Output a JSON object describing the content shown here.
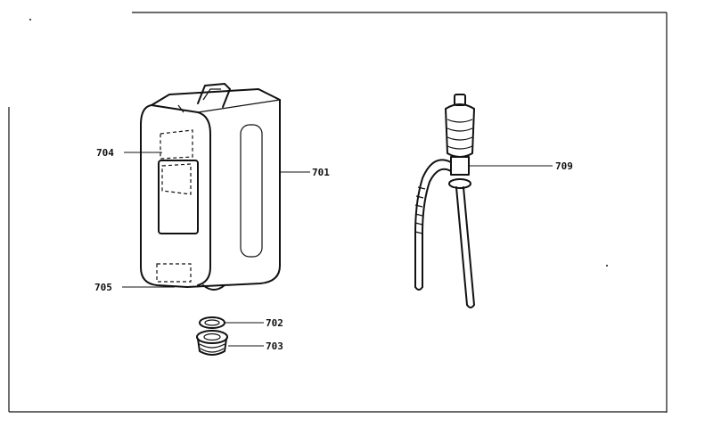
{
  "callouts": {
    "c701": "701",
    "c702": "702",
    "c703": "703",
    "c704": "704",
    "c705": "705",
    "c709": "709"
  }
}
